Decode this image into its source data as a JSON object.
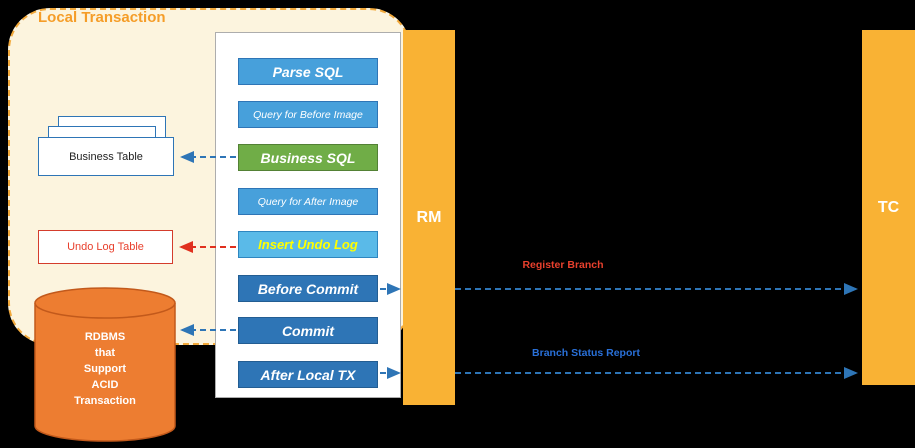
{
  "container": {
    "title": "Local Transaction"
  },
  "bars": {
    "rm": "RM",
    "tc": "TC"
  },
  "steps": [
    {
      "label": "Parse SQL"
    },
    {
      "label": "Query for Before Image"
    },
    {
      "label": "Business SQL"
    },
    {
      "label": "Query for After Image"
    },
    {
      "label": "Insert Undo Log"
    },
    {
      "label": "Before Commit"
    },
    {
      "label": "Commit"
    },
    {
      "label": "After Local TX"
    }
  ],
  "tables": {
    "business_table": "Business Table",
    "undo_log_table": "Undo Log Table"
  },
  "database": {
    "label": "RDBMS\nthat\nSupport\nACID\nTransaction"
  },
  "messages": {
    "register_branch": "Register Branch",
    "branch_report": "Branch Status Report"
  },
  "colors": {
    "container_fill": "#FCF4DE",
    "container_border": "#F2A93B",
    "title_orange": "#F59D28",
    "bar_fill": "#F9B234",
    "step_blue": "#47A0DB",
    "step_green": "#70AD47",
    "step_light_blue": "#5ABAE8",
    "step_dark_blue": "#2E75B6",
    "undo_log_text": "#FFFF00",
    "arrow_blue": "#2E75B6",
    "arrow_red": "#E0301E",
    "register_label": "#E8402D",
    "report_label": "#2970D8",
    "database_fill": "#ED7D31",
    "table_red": "#E8402D"
  }
}
